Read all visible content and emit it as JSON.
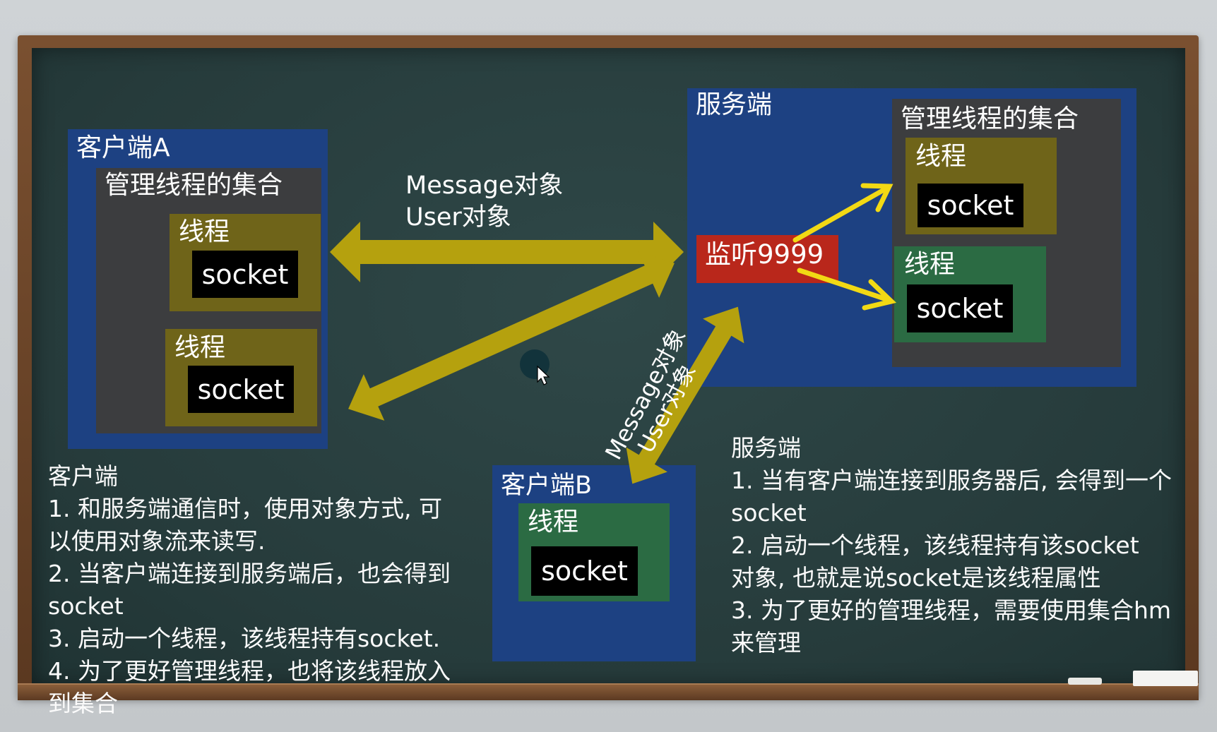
{
  "client_a": {
    "title": "客户端A",
    "collection_title": "管理线程的集合",
    "threads": [
      {
        "label": "线程",
        "socket": "socket"
      },
      {
        "label": "线程",
        "socket": "socket"
      }
    ]
  },
  "server": {
    "title": "服务端",
    "listen_label": "监听9999",
    "collection_title": "管理线程的集合",
    "threads": [
      {
        "label": "线程",
        "socket": "socket"
      },
      {
        "label": "线程",
        "socket": "socket"
      }
    ]
  },
  "client_b": {
    "title": "客户端B",
    "thread": {
      "label": "线程",
      "socket": "socket"
    }
  },
  "arrow_labels": {
    "top_line1": "Message对象",
    "top_line2": "User对象",
    "diag_line1": "Message对象",
    "diag_line2": "User对象"
  },
  "client_notes": {
    "lines": [
      "客户端",
      "1. 和服务端通信时，使用对象方式, 可",
      "以使用对象流来读写.",
      "2. 当客户端连接到服务端后，也会得到",
      "socket",
      "3. 启动一个线程，该线程持有socket.",
      "4. 为了更好管理线程，也将该线程放入",
      "到集合"
    ]
  },
  "server_notes": {
    "lines": [
      "服务端",
      "1. 当有客户端连接到服务器后, 会得到一个",
      "socket",
      "2. 启动一个线程，该线程持有该socket",
      "对象, 也就是说socket是该线程属性",
      "3. 为了更好的管理线程，需要使用集合hm",
      "来管理"
    ]
  },
  "colors": {
    "box_blue": "#1d4182",
    "box_gray": "#3c3d3f",
    "thread_olive": "#6f6419",
    "thread_green": "#2b6b43",
    "listen_red": "#b9271b",
    "arrow_gold": "#b5a10e",
    "arrow_yellow": "#f2d914"
  },
  "icons": [
    "mouse-cursor-icon"
  ]
}
